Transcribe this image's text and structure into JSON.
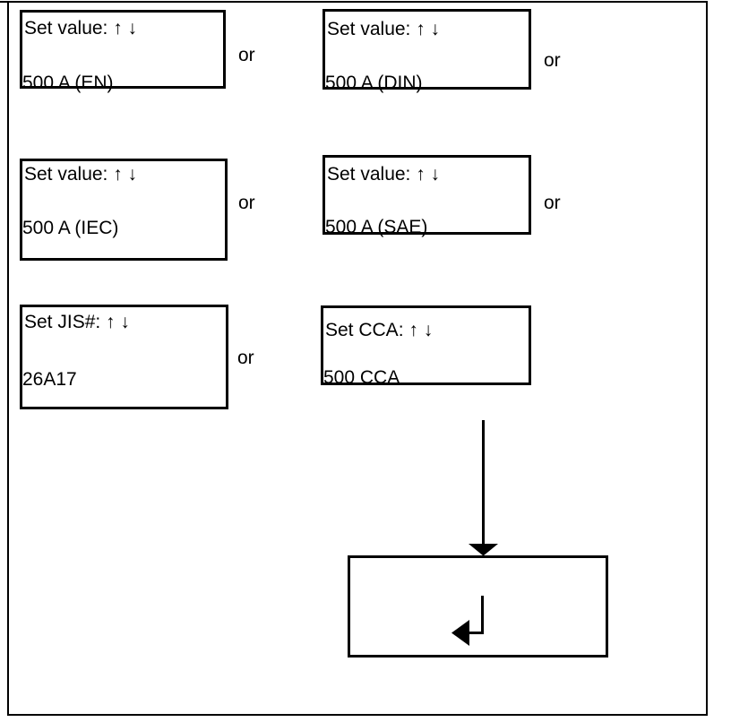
{
  "diagram": {
    "boxes": [
      {
        "id": "en",
        "line1": "Set value: ↑ ↓",
        "line2": "500 A (EN)"
      },
      {
        "id": "din",
        "line1": "Set value: ↑ ↓",
        "line2": "500 A (DIN)"
      },
      {
        "id": "iec",
        "line1": "Set value: ↑ ↓",
        "line2": "500 A (IEC)"
      },
      {
        "id": "sae",
        "line1": "Set value: ↑ ↓",
        "line2": "500 A (SAE)"
      },
      {
        "id": "jis",
        "line1": "Set JIS#: ↑ ↓",
        "line2": "26A17"
      },
      {
        "id": "cca",
        "line1": "Set CCA: ↑ ↓",
        "line2": "500 CCA"
      }
    ],
    "or_labels": [
      "or",
      "or",
      "or",
      "or",
      "or"
    ],
    "icons": {
      "down_arrow": "flow-arrow-down",
      "enter_arrow": "enter-return"
    },
    "colors": {
      "line": "#000000",
      "text": "#000000",
      "background": "#ffffff"
    }
  }
}
